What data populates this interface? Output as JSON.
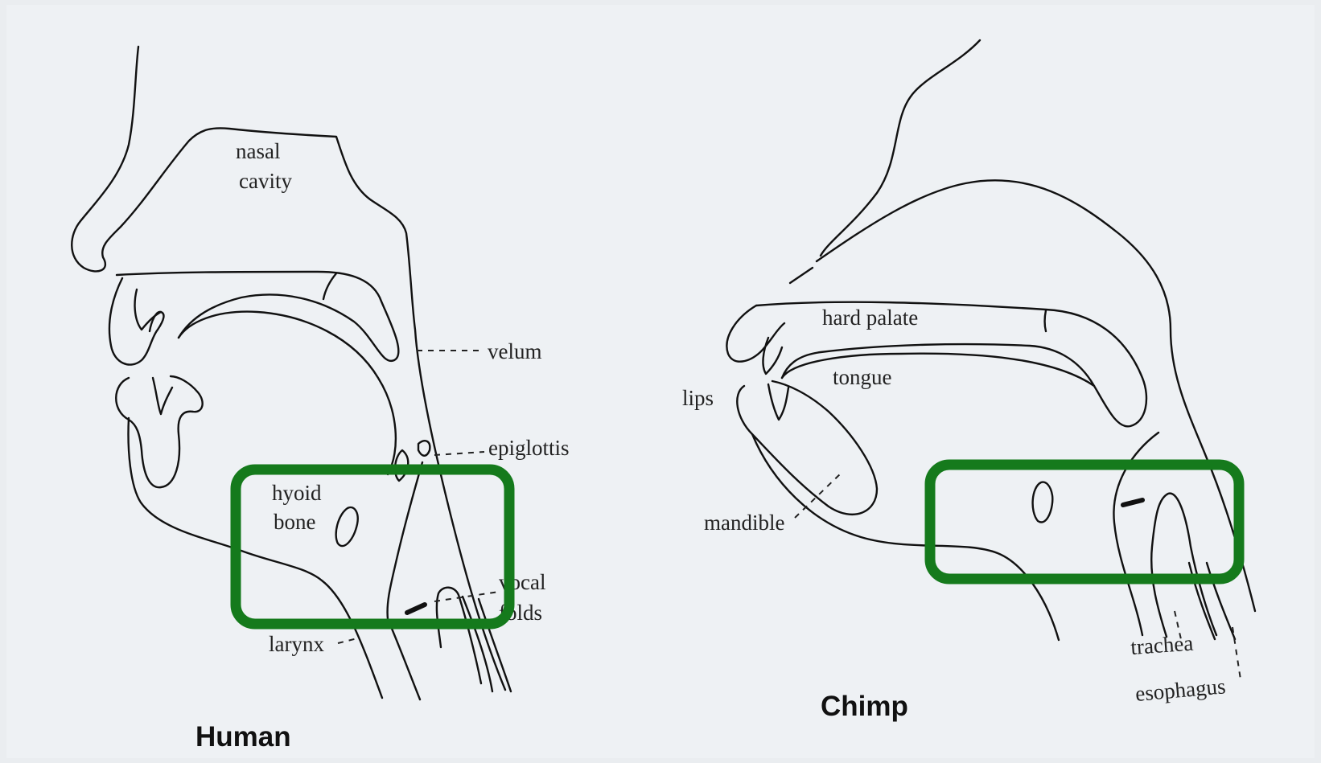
{
  "human": {
    "caption": "Human",
    "labels": {
      "nasal_line1": "nasal",
      "nasal_line2": "cavity",
      "velum": "velum",
      "epiglottis": "epiglottis",
      "hyoid_line1": "hyoid",
      "hyoid_line2": "bone",
      "vocal_line1": "vocal",
      "vocal_line2": "folds",
      "larynx": "larynx"
    }
  },
  "chimp": {
    "caption": "Chimp",
    "labels": {
      "hard_palate": "hard palate",
      "tongue": "tongue",
      "lips": "lips",
      "mandible": "mandible",
      "trachea": "trachea",
      "esophagus": "esophagus"
    }
  },
  "colors": {
    "highlight": "#157a1c",
    "ink": "#111111",
    "background": "#eef1f4"
  }
}
